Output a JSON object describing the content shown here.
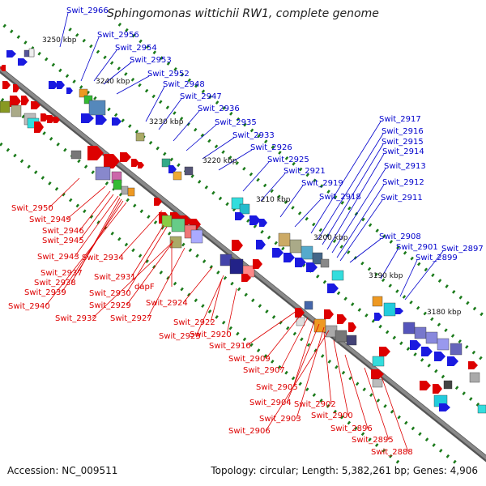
{
  "title": "Sphingomonas wittichii RW1, complete genome",
  "accession_text": "Accession: NC_009511",
  "summary_text": "Topology: circular; Length: 5,382,261 bp; Genes: 4,906",
  "colors": {
    "backbone": "#8a8a8a",
    "forward_label": "#0000cc",
    "reverse_label": "#dd0000",
    "tick_marks": "#1a7a1a"
  },
  "kbp_ticks": [
    "3250 kbp",
    "3240 kbp",
    "3230 kbp",
    "3220 kbp",
    "3210 kbp",
    "3200 kbp",
    "3190 kbp",
    "3180 kbp"
  ],
  "forward_labels": [
    "Swit_2966",
    "Swit_2956",
    "Swit_2954",
    "Swit_2953",
    "Swit_2952",
    "Swit_2948",
    "Swit_2947",
    "Swit_2936",
    "Swit_2935",
    "Swit_2933",
    "Swit_2926",
    "Swit_2925",
    "Swit_2921",
    "Swit_2919",
    "Swit_2918",
    "Swit_2917",
    "Swit_2916",
    "Swit_2915",
    "Swit_2914",
    "Swit_2913",
    "Swit_2912",
    "Swit_2911",
    "Swit_2908",
    "Swit_2901",
    "Swit_2897",
    "Swit_2899"
  ],
  "reverse_labels": [
    "Swit_2950",
    "Swit_2949",
    "Swit_2946",
    "Swit_2945",
    "Swit_2943",
    "Swit_2937",
    "Swit_2938",
    "Swit_2939",
    "Swit_2940",
    "Swit_2934",
    "Swit_2931",
    "Swit_2930",
    "dapF",
    "Swit_2929",
    "Swit_2932",
    "Swit_2927",
    "Swit_2924",
    "Swit_2923",
    "Swit_2922",
    "Swit_2920",
    "Swit_2910",
    "Swit_2909",
    "Swit_2907",
    "Swit_2905",
    "Swit_2904",
    "Swit_2903",
    "Swit_2906",
    "Swit_2902",
    "Swit_2900",
    "Swit_2896",
    "Swit_2895",
    "Swit_2888"
  ]
}
